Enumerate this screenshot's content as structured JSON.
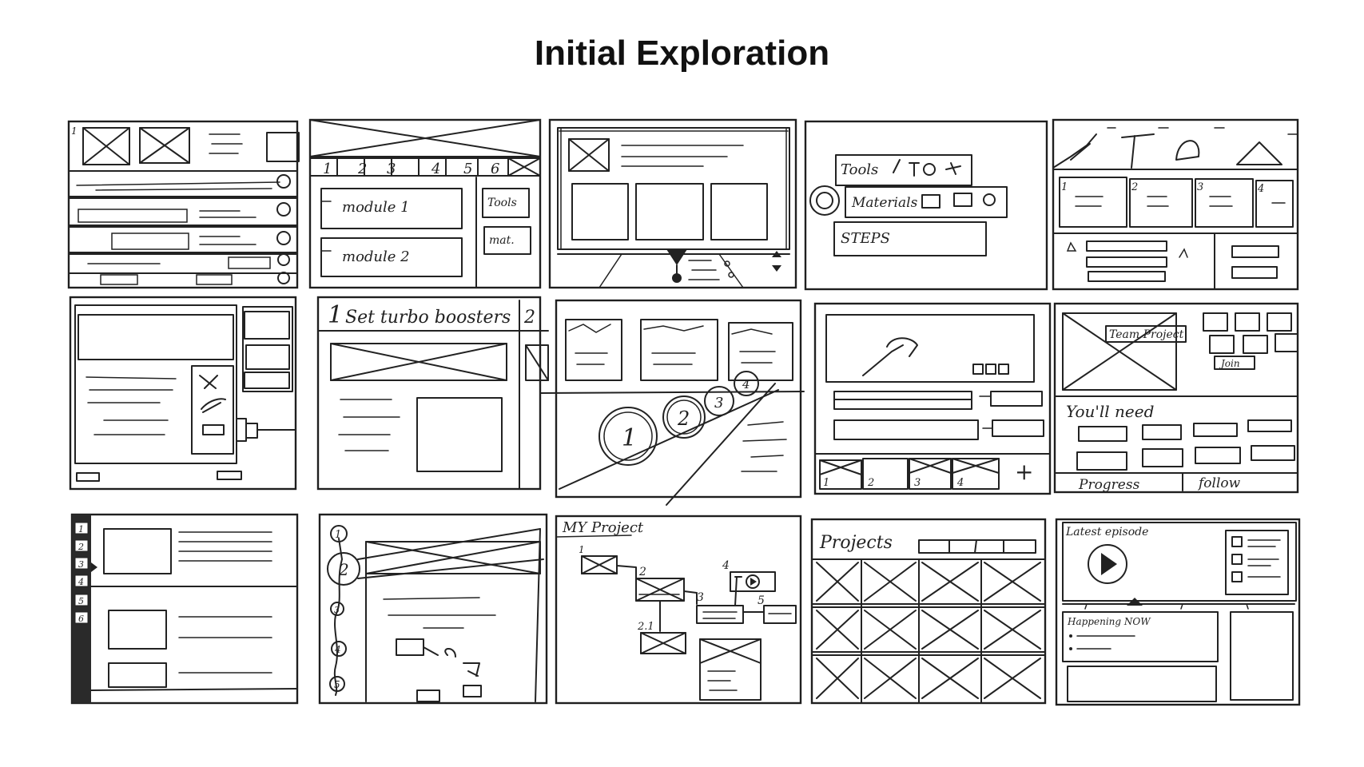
{
  "title": "Initial Exploration",
  "sketches": {
    "s1": {
      "label": "1"
    },
    "s2": {
      "tabs": [
        "1",
        "2",
        "3",
        "4",
        "5",
        "6"
      ],
      "module_1": "module 1",
      "module_2": "module 2",
      "tools": "Tools",
      "mat": "mat."
    },
    "s4": {
      "tools": "Tools",
      "materials": "Materials",
      "steps": "STEPS"
    },
    "s5": {
      "card_numbers": [
        "1",
        "2",
        "3",
        "4"
      ]
    },
    "s7": {
      "step_number": "1",
      "step_title": "Set turbo boosters",
      "next_number": "2"
    },
    "s8": {
      "bubbles": [
        "1",
        "2",
        "3",
        "4"
      ]
    },
    "s9": {
      "footer_numbers": [
        "1",
        "2",
        "3",
        "4"
      ],
      "add": "+"
    },
    "s10": {
      "team_project": "Team Project",
      "join": "Join",
      "need": "You'll need",
      "progress": "Progress",
      "follow": "follow"
    },
    "s11": {
      "side_numbers": [
        "1",
        "2",
        "3",
        "4",
        "5",
        "6"
      ]
    },
    "s12": {
      "path_numbers": [
        "1",
        "2",
        "3",
        "4",
        "5"
      ]
    },
    "s13": {
      "title": "MY Project",
      "nodes": [
        "1",
        "2",
        "2.1",
        "3",
        "4",
        "5"
      ]
    },
    "s14": {
      "title": "Projects"
    },
    "s15": {
      "title": "Latest episode",
      "happening": "Happening NOW"
    }
  }
}
